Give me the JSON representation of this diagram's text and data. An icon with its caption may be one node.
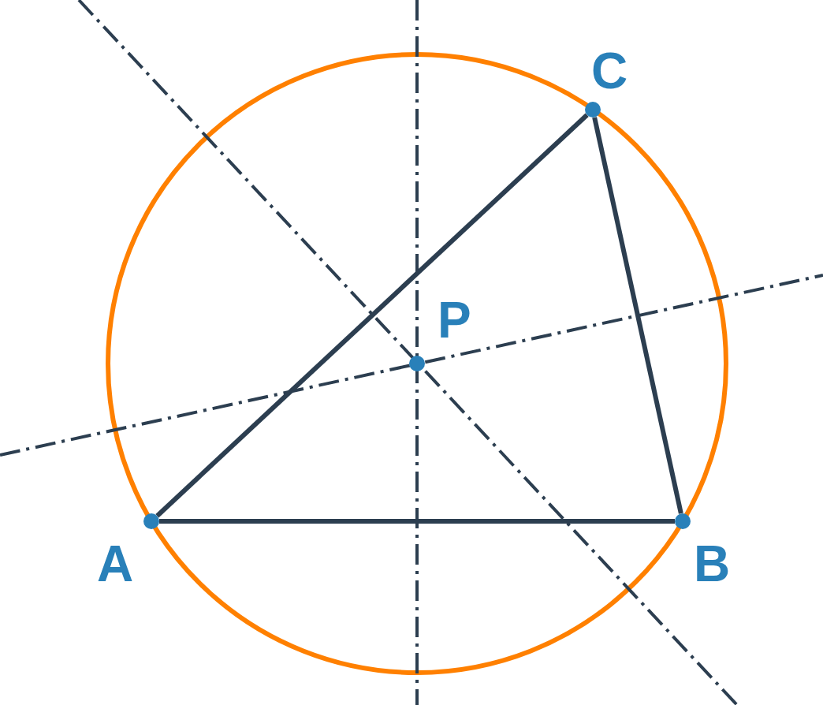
{
  "diagram": {
    "nodes": [
      {
        "text": [],
        "shape": "circle",
        "beside": [
          "A"
        ]
      },
      {
        "text": [],
        "shape": "circle",
        "beside": [
          "B"
        ]
      },
      {
        "text": [],
        "shape": "circle",
        "beside": [
          "C"
        ]
      },
      {
        "text": [],
        "shape": "circle",
        "beside": [
          "P"
        ]
      }
    ],
    "edges": [
      {
        "from": 0,
        "to": 1,
        "arrow": "none"
      },
      {
        "from": 1,
        "to": 2,
        "arrow": "none"
      },
      {
        "from": 2,
        "to": 0,
        "arrow": "none"
      }
    ]
  }
}
